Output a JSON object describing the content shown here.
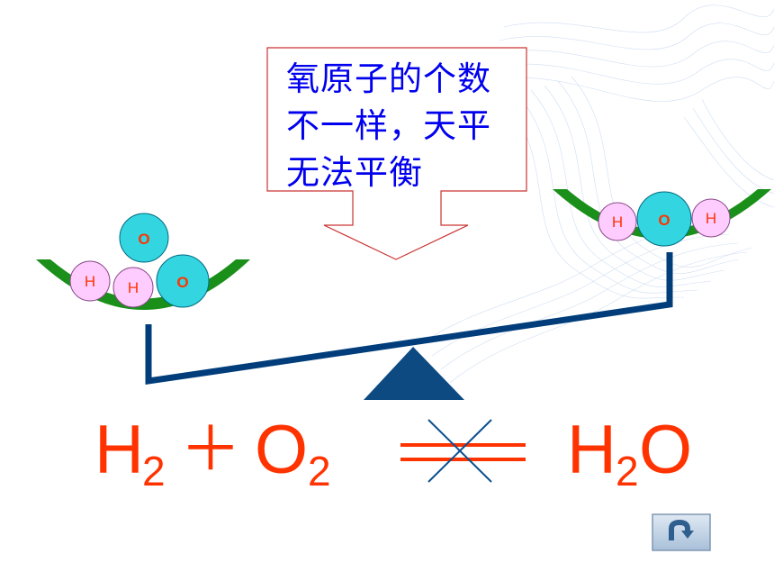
{
  "callout": {
    "text": "氧原子的个数\n不一样，天平\n无法平衡"
  },
  "left_pan": {
    "atoms": [
      "O",
      "H",
      "H",
      "O"
    ]
  },
  "right_pan": {
    "atoms": [
      "H",
      "O",
      "H"
    ]
  },
  "equation": {
    "reactant1_symbol": "H",
    "reactant1_sub": "2",
    "plus": "＋",
    "reactant2_symbol": "O",
    "reactant2_sub": "2",
    "product_h": "H",
    "product_sub": "2",
    "product_o": "O"
  },
  "colors": {
    "equation": "#ff3300",
    "pan": "#1a8f1a",
    "beam": "#003d7a",
    "oxygen_atom": "#33d6e0",
    "hydrogen_atom": "#ffccff",
    "callout_text": "#0000ee",
    "callout_border": "#cc3333"
  },
  "back_button": {
    "icon": "u-turn-arrow-icon"
  }
}
